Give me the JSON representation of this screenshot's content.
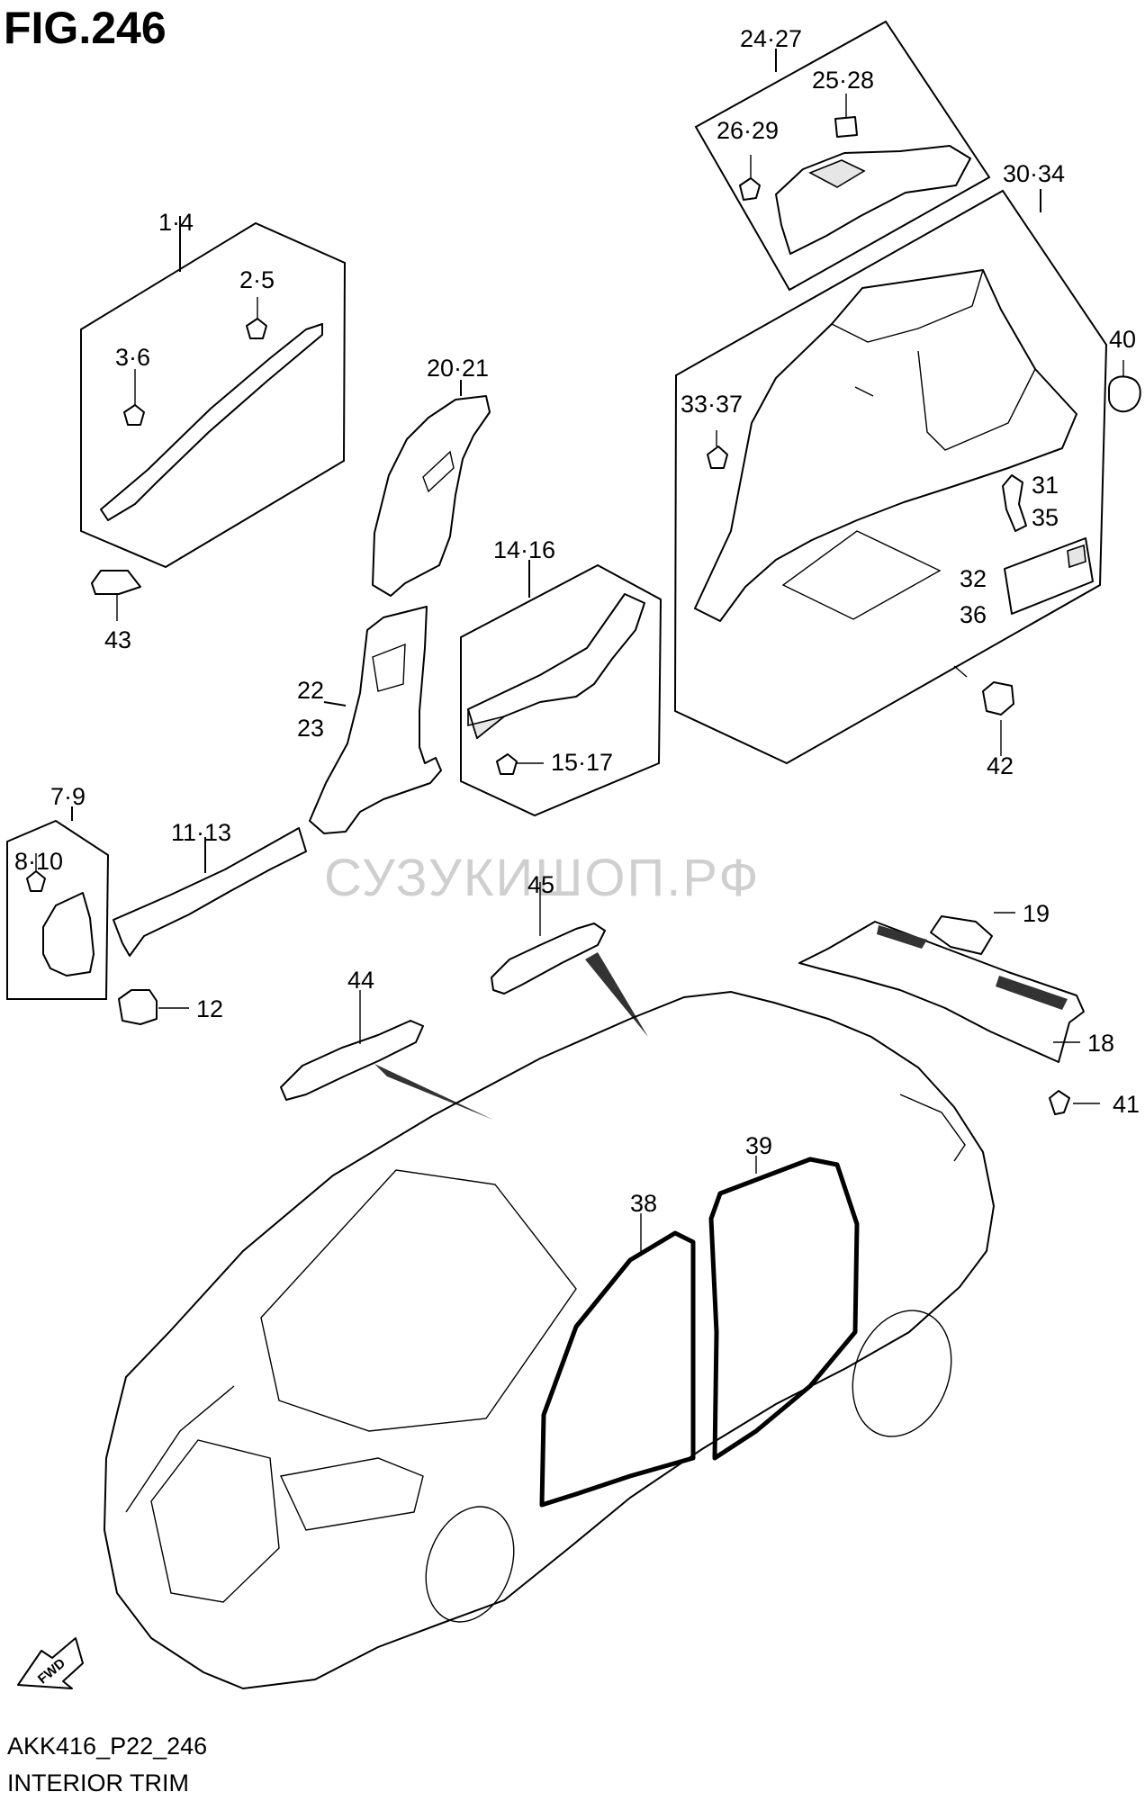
{
  "figure": {
    "title": "FIG.246",
    "code": "AKK416_P22_246",
    "caption": "INTERIOR TRIM",
    "watermark": "СУЗУКИШОП.РФ",
    "fwd_label": "FWD"
  },
  "callouts": [
    {
      "id": "c-24-27",
      "text": "24·27"
    },
    {
      "id": "c-25-28",
      "text": "25·28"
    },
    {
      "id": "c-26-29",
      "text": "26·29"
    },
    {
      "id": "c-30-34",
      "text": "30·34"
    },
    {
      "id": "c-1-4",
      "text": "1·4"
    },
    {
      "id": "c-2-5",
      "text": "2·5"
    },
    {
      "id": "c-3-6",
      "text": "3·6"
    },
    {
      "id": "c-20-21",
      "text": "20·21"
    },
    {
      "id": "c-40",
      "text": "40"
    },
    {
      "id": "c-33-37",
      "text": "33·37"
    },
    {
      "id": "c-31",
      "text": "31"
    },
    {
      "id": "c-35",
      "text": "35"
    },
    {
      "id": "c-14-16",
      "text": "14·16"
    },
    {
      "id": "c-32",
      "text": "32"
    },
    {
      "id": "c-36",
      "text": "36"
    },
    {
      "id": "c-43",
      "text": "43"
    },
    {
      "id": "c-22",
      "text": "22"
    },
    {
      "id": "c-23",
      "text": "23"
    },
    {
      "id": "c-15-17",
      "text": "15·17"
    },
    {
      "id": "c-42",
      "text": "42"
    },
    {
      "id": "c-7-9",
      "text": "7·9"
    },
    {
      "id": "c-11-13",
      "text": "11·13"
    },
    {
      "id": "c-8-10",
      "text": "8·10"
    },
    {
      "id": "c-45",
      "text": "45"
    },
    {
      "id": "c-19",
      "text": "19"
    },
    {
      "id": "c-44",
      "text": "44"
    },
    {
      "id": "c-12",
      "text": "12"
    },
    {
      "id": "c-18",
      "text": "18"
    },
    {
      "id": "c-41",
      "text": "41"
    },
    {
      "id": "c-39",
      "text": "39"
    },
    {
      "id": "c-38",
      "text": "38"
    }
  ]
}
